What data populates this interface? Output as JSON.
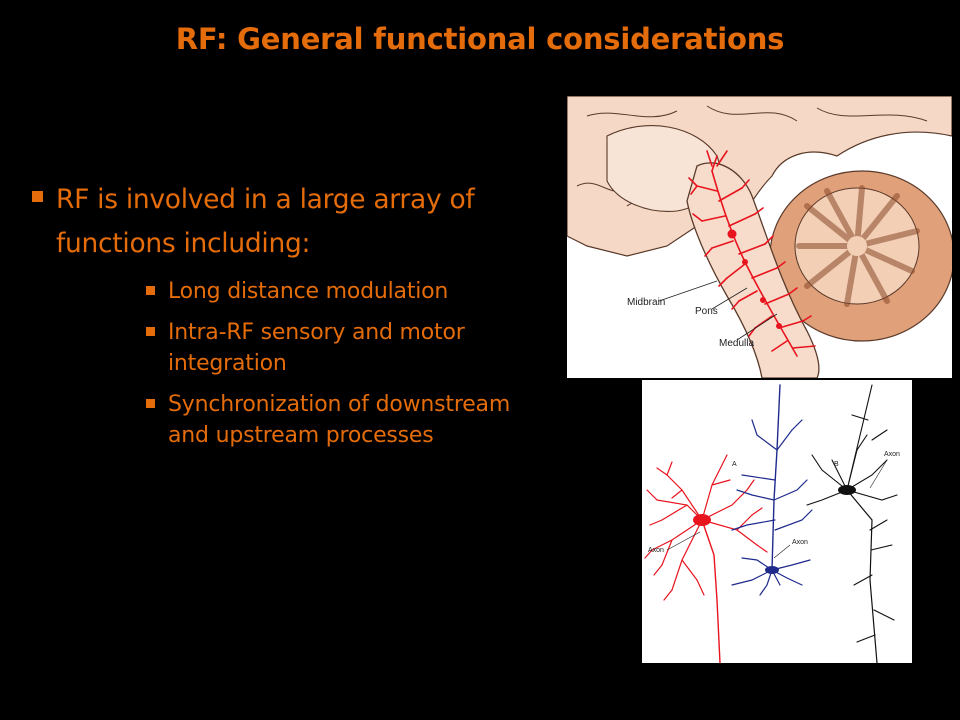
{
  "slide": {
    "title": "RF: General functional considerations",
    "bullets": [
      {
        "text": "RF is involved in a large array of functions including:",
        "sub": [
          "Long distance modulation",
          "Intra-RF sensory and motor integration",
          "Synchronization of downstream and upstream processes"
        ]
      }
    ]
  },
  "brain_figure": {
    "labels": {
      "midbrain": "Midbrain",
      "pons": "Pons",
      "medulla": "Medulla"
    }
  },
  "neuron_figure": {
    "labels": {
      "panel_a": "A",
      "panel_b": "B",
      "axon_left": "Axon",
      "axon_mid": "Axon",
      "axon_right": "Axon"
    }
  },
  "colors": {
    "title_text": "#E46C0A",
    "background": "#000000",
    "reticular_red": "#E8141E",
    "neuron_blue": "#1E2A8C",
    "brain_tissue": "#F5D9C6",
    "cerebellum": "#E0A07A"
  }
}
